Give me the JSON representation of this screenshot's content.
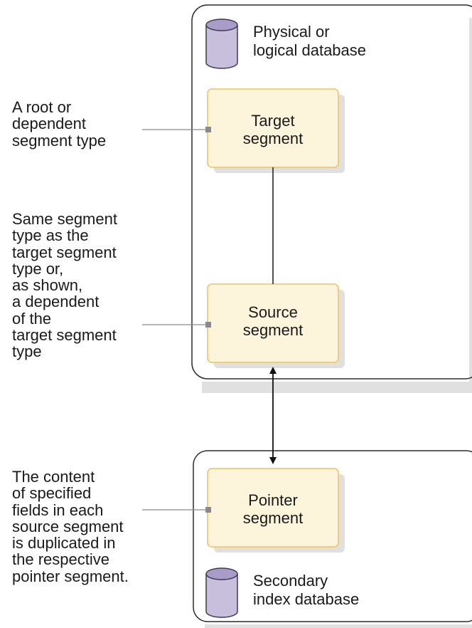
{
  "containers": {
    "primary_database": {
      "label": [
        "Physical or",
        "logical database"
      ]
    },
    "secondary_index_database": {
      "label": [
        "Secondary",
        "index database"
      ]
    }
  },
  "segments": {
    "target": {
      "label": [
        "Target",
        "segment"
      ]
    },
    "source": {
      "label": [
        "Source",
        "segment"
      ]
    },
    "pointer": {
      "label": [
        "Pointer",
        "segment"
      ]
    }
  },
  "annotations": {
    "target": [
      "A root or",
      "dependent",
      "segment type"
    ],
    "source": [
      "Same segment",
      "type as the",
      "target segment",
      "type or,",
      "as shown,",
      "a dependent",
      "of the",
      "target segment",
      "type"
    ],
    "pointer": [
      "The content",
      "of specified",
      "fields in each",
      "source segment",
      "is duplicated in",
      "the respective",
      "pointer segment."
    ]
  },
  "colors": {
    "segment_fill": "#fdf4dc",
    "segment_border": "#f3c25a",
    "db_icon": "#c7bfdc",
    "db_icon_stroke": "#3f3a52",
    "container_border": "#2b2b2b",
    "shadow": "#e0e0e0",
    "connector": "#8a8a8a"
  }
}
